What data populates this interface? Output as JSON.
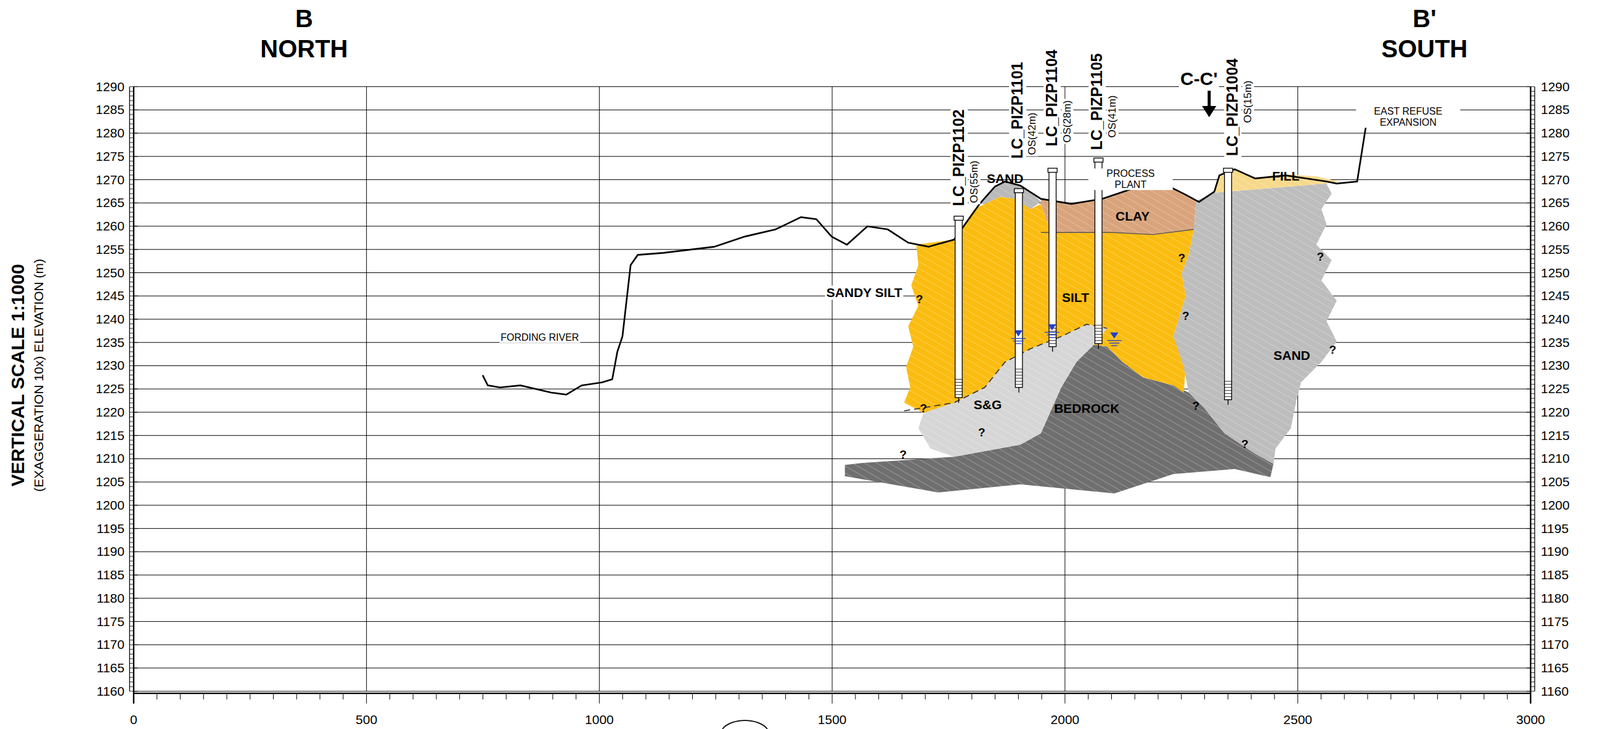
{
  "diagram": {
    "labels": [
      "B",
      "NORTH",
      "B'",
      "SOUTH",
      "VERTICAL SCALE 1:1000",
      "(EXAGGERATION 10x) ELEVATION (m)",
      "LC_PIZP1102",
      "OS(55m)",
      "LC_PIZP1101",
      "OS(42m)",
      "LC_PIZP1104",
      "OS(28m)",
      "LC_PIZP1105",
      "OS(41m)",
      "C-C'",
      "LC_PIZP1004",
      "OS(15m)",
      "PROCESS PLANT",
      "EAST REFUSE EXPANSION",
      "FORDING RIVER",
      "SAND",
      "CLAY",
      "SILT",
      "SANDY SILT",
      "S&G",
      "BEDROCK",
      "SAND",
      "FILL",
      "?",
      "?",
      "?",
      "?",
      "?",
      "?",
      "?",
      "?",
      "?",
      "?",
      "1290",
      "1285",
      "1280",
      "1275",
      "1270",
      "1265",
      "1260",
      "1255",
      "1250",
      "1245",
      "1240",
      "1235",
      "1230",
      "1225",
      "1220",
      "1215",
      "1210",
      "1205",
      "1200",
      "1195",
      "1190",
      "1185",
      "1180",
      "1175",
      "1170",
      "1165",
      "1160",
      "1290",
      "1285",
      "1280",
      "1275",
      "1270",
      "1265",
      "1260",
      "1255",
      "1250",
      "1245",
      "1240",
      "1235",
      "1230",
      "1225",
      "1220",
      "1215",
      "1210",
      "1205",
      "1200",
      "1195",
      "1190",
      "1185",
      "1180",
      "1175",
      "1170",
      "1165",
      "1160",
      "0",
      "500",
      "1000",
      "1500",
      "2000",
      "2500",
      "3000"
    ]
  }
}
